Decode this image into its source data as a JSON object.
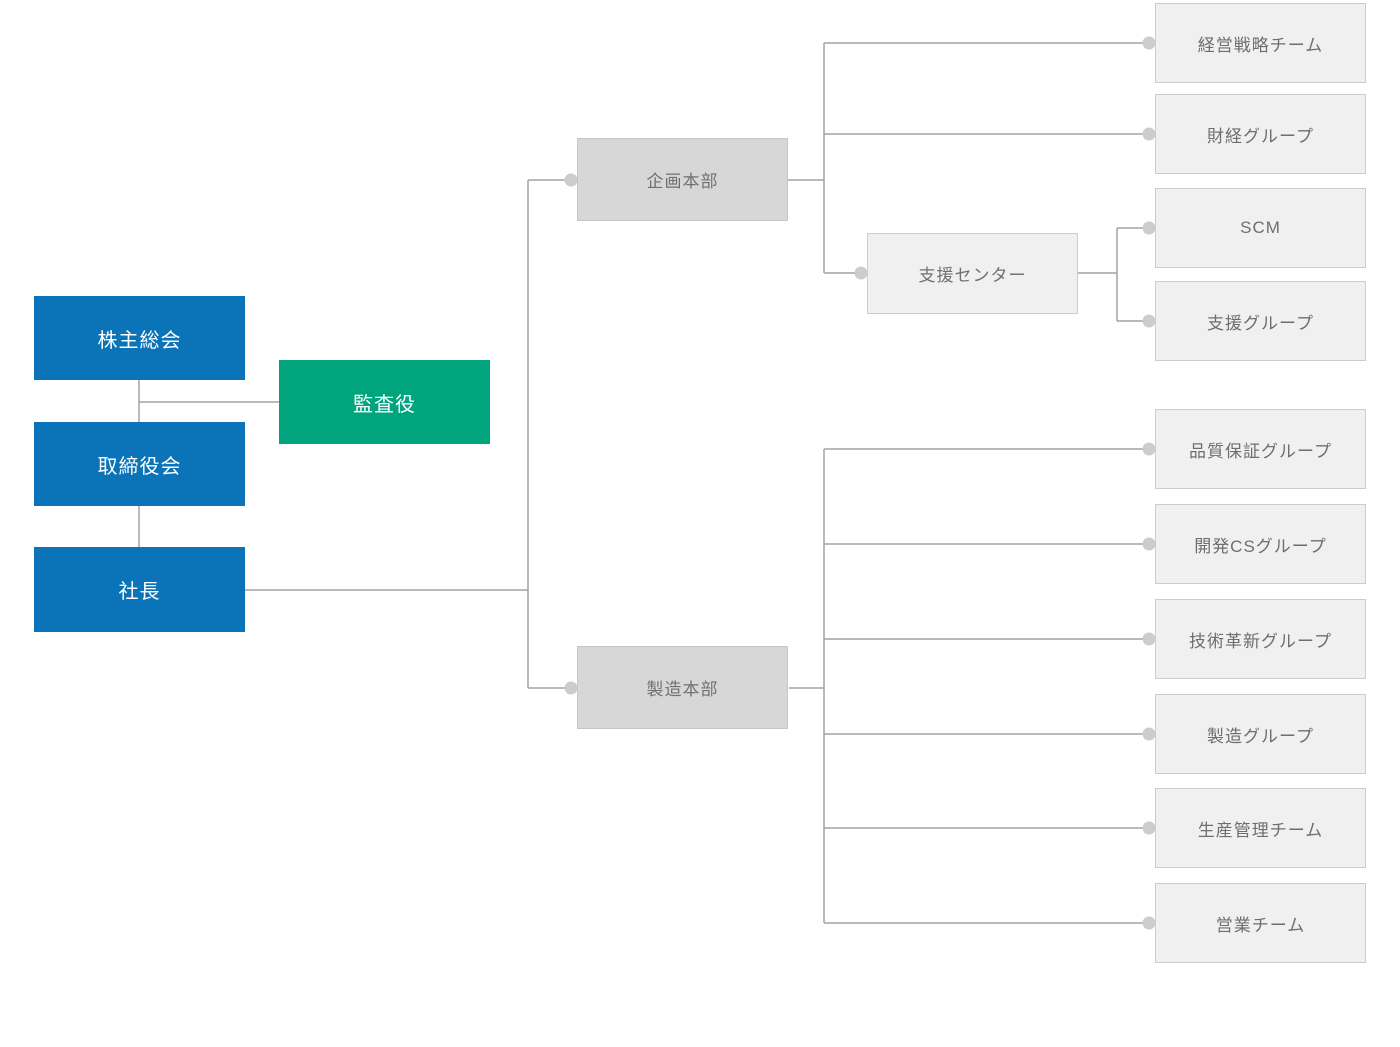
{
  "title": "organization-chart",
  "colors": {
    "executive_blue": "#0b73b7",
    "auditor_green": "#00a47d",
    "division_gray_fill": "#d7d7d7",
    "division_gray_border": "#c6c6c6",
    "leaf_gray_fill": "#f0f0f0",
    "leaf_gray_border": "#cccccc",
    "connector_line": "#a3a3a3",
    "connector_dot": "#cccccc",
    "gray_text": "#707070",
    "white_text": "#ffffff",
    "background": "#ffffff"
  },
  "nodes": {
    "shareholders": {
      "label": "株主総会"
    },
    "board": {
      "label": "取締役会"
    },
    "president": {
      "label": "社長"
    },
    "auditor": {
      "label": "監査役"
    },
    "planning_hq": {
      "label": "企画本部"
    },
    "support_center": {
      "label": "支援センター"
    },
    "manufacturing_hq": {
      "label": "製造本部"
    },
    "strategy_team": {
      "label": "経営戦略チーム"
    },
    "finance_group": {
      "label": "財経グループ"
    },
    "scm": {
      "label": "SCM"
    },
    "support_group": {
      "label": "支援グループ"
    },
    "qa_group": {
      "label": "品質保証グループ"
    },
    "dev_cs_group": {
      "label": "開発CSグループ"
    },
    "tech_innovation_group": {
      "label": "技術革新グループ"
    },
    "manufacturing_group": {
      "label": "製造グループ"
    },
    "production_mgmt_team": {
      "label": "生産管理チーム"
    },
    "sales_team": {
      "label": "営業チーム"
    }
  },
  "hierarchy": {
    "株主総会": {
      "side": [
        "監査役"
      ],
      "取締役会": {
        "社長": {
          "企画本部": {
            "children": [
              "経営戦略チーム",
              "財経グループ"
            ],
            "支援センター": {
              "children": [
                "SCM",
                "支援グループ"
              ]
            }
          },
          "製造本部": {
            "children": [
              "品質保証グループ",
              "開発CSグループ",
              "技術革新グループ",
              "製造グループ",
              "生産管理チーム",
              "営業チーム"
            ]
          }
        }
      }
    }
  }
}
